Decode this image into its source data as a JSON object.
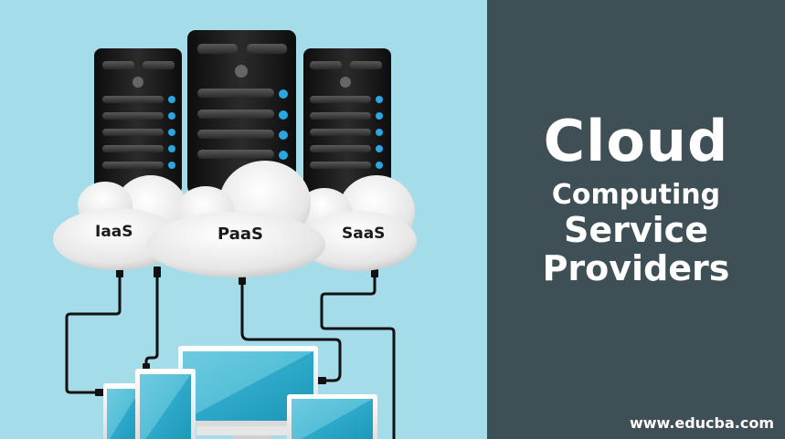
{
  "banner": {
    "title": "Cloud",
    "subtitle_line1": "Computing",
    "subtitle_line2": "Service",
    "subtitle_line3": "Providers",
    "url": "www.educba.com"
  },
  "illustration": {
    "clouds": [
      {
        "label": "IaaS"
      },
      {
        "label": "PaaS"
      },
      {
        "label": "SaaS"
      }
    ],
    "servers": [
      {
        "name": "server-left",
        "icon": "server-tower-icon"
      },
      {
        "name": "server-center",
        "icon": "server-tower-icon"
      },
      {
        "name": "server-right",
        "icon": "server-tower-icon"
      }
    ],
    "devices": [
      {
        "name": "phone",
        "icon": "smartphone-icon"
      },
      {
        "name": "tablet",
        "icon": "tablet-icon"
      },
      {
        "name": "monitor",
        "icon": "desktop-monitor-icon"
      },
      {
        "name": "laptop",
        "icon": "laptop-icon"
      }
    ]
  },
  "colors": {
    "left_background": "#A4DCE9",
    "right_background": "#3F4F56",
    "server_body": "#1C1C1C",
    "led_blue": "#2AA7E0",
    "cloud_white": "#F2F2F2",
    "screen_blue": "#3DB6D3",
    "cable": "#111111",
    "text_white": "#FFFFFF"
  }
}
